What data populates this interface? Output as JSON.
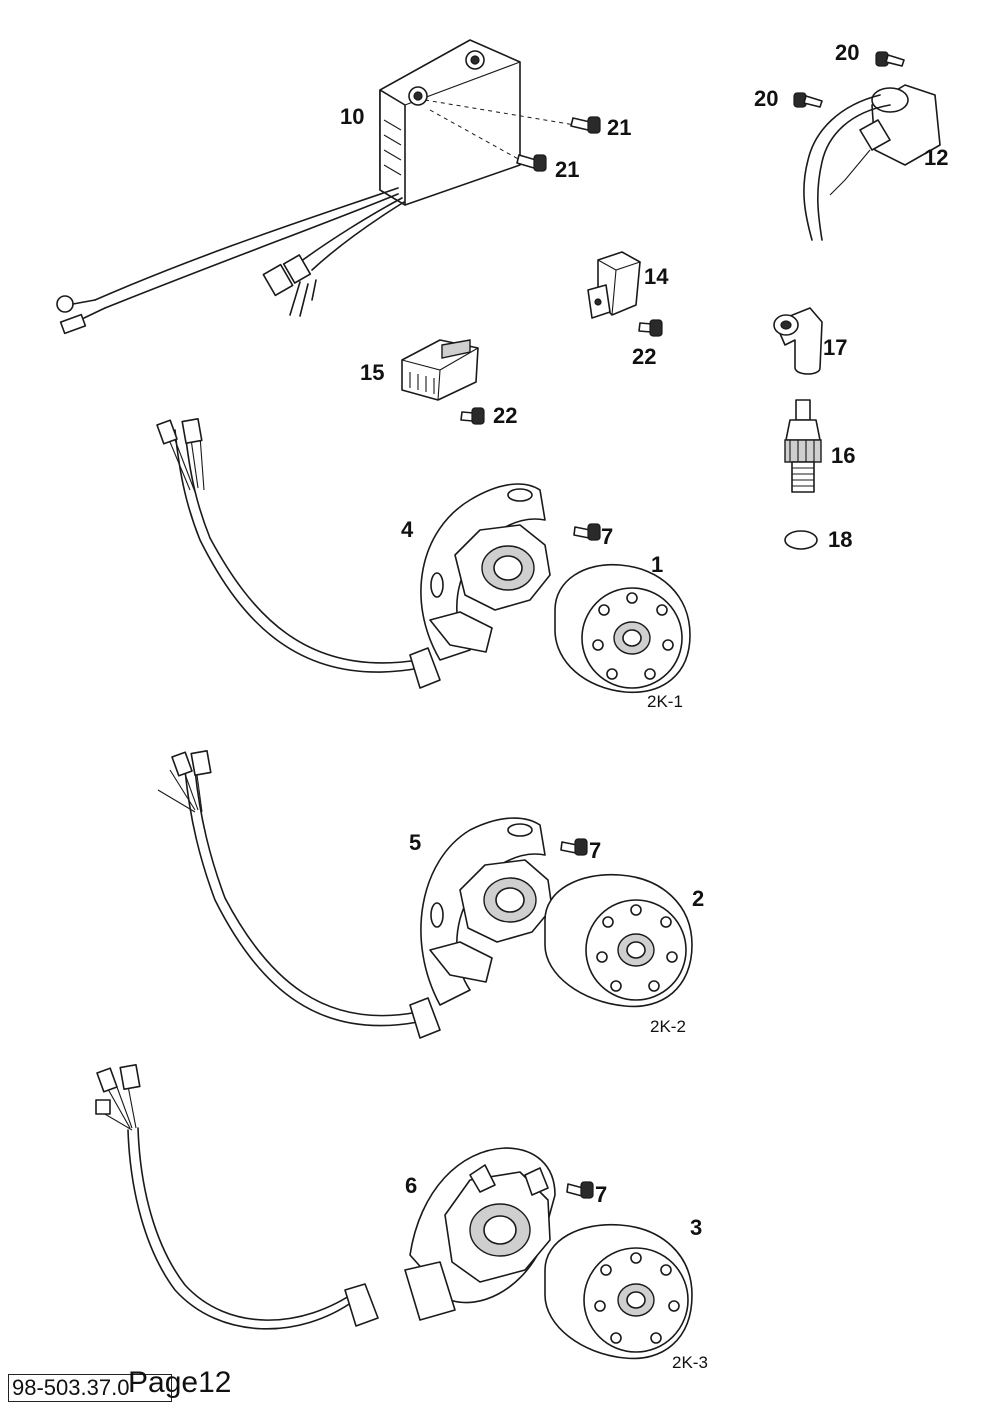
{
  "callouts": {
    "c1": "1",
    "c2": "2",
    "c3": "3",
    "c4": "4",
    "c5": "5",
    "c6": "6",
    "c7a": "7",
    "c7b": "7",
    "c7c": "7",
    "c10": "10",
    "c12": "12",
    "c14": "14",
    "c15": "15",
    "c16": "16",
    "c17": "17",
    "c18": "18",
    "c20a": "20",
    "c20b": "20",
    "c21a": "21",
    "c21b": "21",
    "c22a": "22",
    "c22b": "22"
  },
  "variants": {
    "v1": "2K-1",
    "v2": "2K-2",
    "v3": "2K-3"
  },
  "footer": {
    "drawing_number": "98-503.37.0",
    "page_label": "Page12"
  }
}
